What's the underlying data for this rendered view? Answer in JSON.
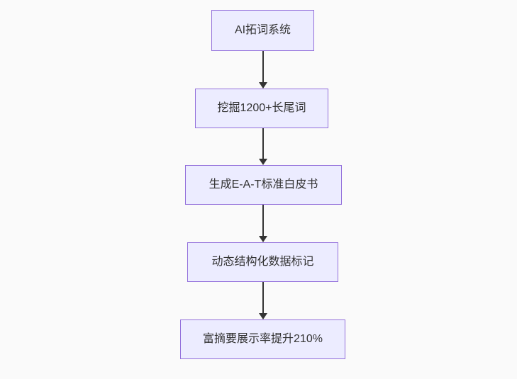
{
  "diagram": {
    "type": "flowchart",
    "direction": "top-down",
    "nodes": [
      {
        "id": "A",
        "label": "AI拓词系统"
      },
      {
        "id": "B",
        "label": "挖掘1200+长尾词"
      },
      {
        "id": "C",
        "label": "生成E-A-T标准白皮书"
      },
      {
        "id": "D",
        "label": "动态结构化数据标记"
      },
      {
        "id": "E",
        "label": "富摘要展示率提升210%"
      }
    ],
    "edges": [
      {
        "from": "A",
        "to": "B"
      },
      {
        "from": "B",
        "to": "C"
      },
      {
        "from": "C",
        "to": "D"
      },
      {
        "from": "D",
        "to": "E"
      }
    ]
  },
  "colors": {
    "background": "#fafafa",
    "node_fill": "#ececff",
    "node_border": "#9370db",
    "node_text": "#333333",
    "arrow": "#333333"
  }
}
